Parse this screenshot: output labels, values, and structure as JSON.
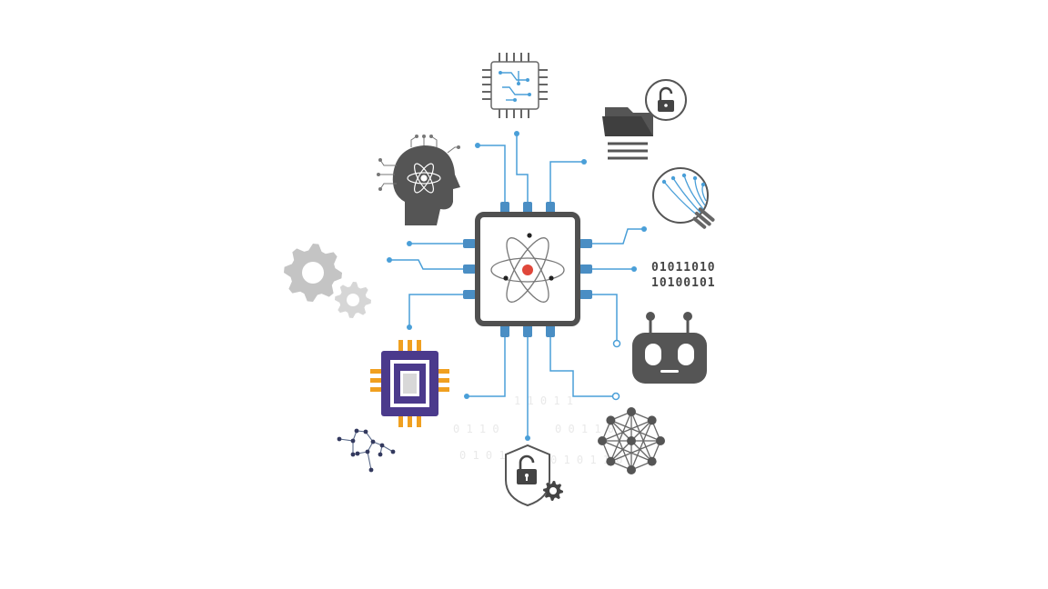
{
  "binary_text": {
    "line1": "01011010",
    "line2": "10100101"
  },
  "faint_binary": [
    "1 1 0 1 1",
    "0 1 1 0",
    "0 0 1 1 0",
    "0 1 0 1",
    "0 1 0 1 1 0"
  ],
  "colors": {
    "chip_border": "#505050",
    "pin": "#4a8ec4",
    "trace": "#4a9fd8",
    "icon": "#555555",
    "atom_core": "#e0473a",
    "gear": "#c4c4c4",
    "violet_chip": "#4b3a8c",
    "violet_pin": "#f0a020",
    "graph": "#33395e"
  },
  "icons": [
    "central-processor-atom",
    "circuit-chip-icon",
    "folder-unlock-icon",
    "fiber-lightbulb-icon",
    "binary-code-icon",
    "robot-head-icon",
    "network-mesh-icon",
    "shield-lock-gear-icon",
    "molecule-graph-icon",
    "violet-processor-icon",
    "gears-icon",
    "ai-brain-head-icon"
  ]
}
